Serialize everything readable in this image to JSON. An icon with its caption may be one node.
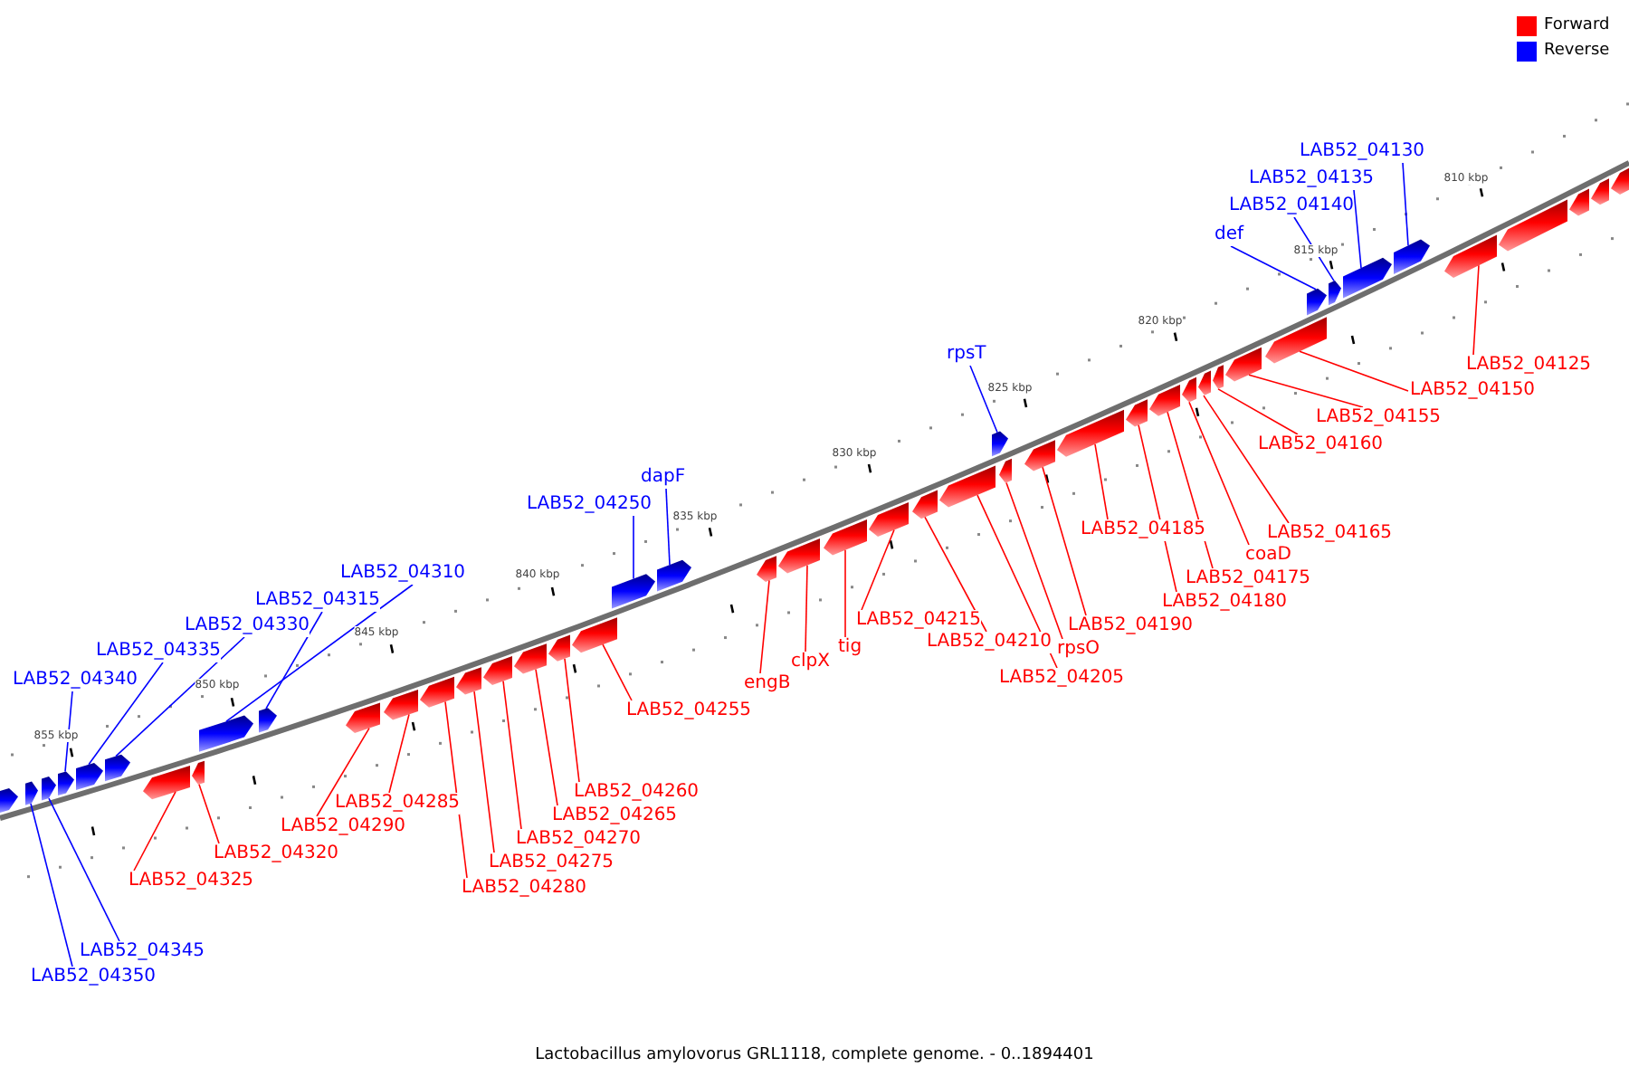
{
  "diagram": {
    "caption": "Lactobacillus amylovorus GRL1118, complete genome. - 0..1894401",
    "nodes": [
      {
        "text": [
          "LAB52_04130"
        ]
      },
      {
        "text": [
          "LAB52_04135"
        ]
      },
      {
        "text": [
          "LAB52_04140"
        ]
      },
      {
        "text": [
          "def"
        ]
      },
      {
        "text": [
          "rpsT"
        ]
      },
      {
        "text": [
          "LAB52_04125"
        ]
      },
      {
        "text": [
          "LAB52_04150"
        ]
      },
      {
        "text": [
          "LAB52_04155"
        ]
      },
      {
        "text": [
          "LAB52_04160"
        ]
      },
      {
        "text": [
          "dapF"
        ]
      },
      {
        "text": [
          "LAB52_04250"
        ]
      },
      {
        "text": [
          "LAB52_04185"
        ]
      },
      {
        "text": [
          "LAB52_04165"
        ]
      },
      {
        "text": [
          "coaD"
        ]
      },
      {
        "text": [
          "LAB52_04310"
        ]
      },
      {
        "text": [
          "LAB52_04175"
        ]
      },
      {
        "text": [
          "LAB52_04315"
        ]
      },
      {
        "text": [
          "LAB52_04180"
        ]
      },
      {
        "text": [
          "LAB52_04215"
        ]
      },
      {
        "text": [
          "LAB52_04330"
        ]
      },
      {
        "text": [
          "LAB52_04190"
        ]
      },
      {
        "text": [
          "LAB52_04210"
        ]
      },
      {
        "text": [
          "tig"
        ]
      },
      {
        "text": [
          "rpsO"
        ]
      },
      {
        "text": [
          "LAB52_04335"
        ]
      },
      {
        "text": [
          "clpX"
        ]
      },
      {
        "text": [
          "LAB52_04205"
        ]
      },
      {
        "text": [
          "LAB52_04340"
        ]
      },
      {
        "text": [
          "engB"
        ]
      },
      {
        "text": [
          "LAB52_04255"
        ]
      },
      {
        "text": [
          "LAB52_04260"
        ]
      },
      {
        "text": [
          "LAB52_04285"
        ]
      },
      {
        "text": [
          "LAB52_04265"
        ]
      },
      {
        "text": [
          "LAB52_04290"
        ]
      },
      {
        "text": [
          "LAB52_04270"
        ]
      },
      {
        "text": [
          "LAB52_04320"
        ]
      },
      {
        "text": [
          "LAB52_04275"
        ]
      },
      {
        "text": [
          "LAB52_04325"
        ]
      },
      {
        "text": [
          "LAB52_04280"
        ]
      },
      {
        "text": [
          "LAB52_04345"
        ]
      },
      {
        "text": [
          "LAB52_04350"
        ]
      },
      {
        "text": [],
        "shape": "bar"
      },
      {
        "text": [],
        "shape": "bar"
      },
      {
        "text": [],
        "shape": "bar"
      },
      {
        "text": [],
        "shape": "bar"
      },
      {
        "text": [],
        "shape": "bar"
      },
      {
        "text": [],
        "shape": "bar"
      },
      {
        "text": [],
        "shape": "bar"
      },
      {
        "text": [],
        "shape": "bar"
      },
      {
        "text": [],
        "shape": "bar"
      },
      {
        "text": [],
        "shape": "bar"
      },
      {
        "text": [],
        "shape": "bar"
      },
      {
        "text": [],
        "shape": "bar"
      },
      {
        "text": [],
        "shape": "bar"
      },
      {
        "text": [],
        "shape": "bar"
      },
      {
        "text": [],
        "shape": "bar"
      },
      {
        "text": [],
        "shape": "bar"
      },
      {
        "text": [],
        "shape": "bar"
      },
      {
        "text": [],
        "shape": "bar"
      },
      {
        "text": [],
        "shape": "bar"
      },
      {
        "text": [],
        "shape": "bar"
      },
      {
        "text": [],
        "shape": "bar"
      },
      {
        "text": [],
        "shape": "bar"
      },
      {
        "text": [],
        "shape": "bar"
      },
      {
        "text": [],
        "shape": "bar"
      },
      {
        "text": [],
        "shape": "bar"
      },
      {
        "text": [],
        "shape": "bar"
      },
      {
        "text": [],
        "shape": "bar"
      },
      {
        "text": [],
        "shape": "bar"
      },
      {
        "text": [],
        "shape": "bar"
      },
      {
        "text": [],
        "shape": "bar"
      },
      {
        "text": [],
        "shape": "bar"
      },
      {
        "text": [],
        "shape": "bar"
      },
      {
        "text": [],
        "shape": "bar"
      },
      {
        "text": [],
        "shape": "bar"
      },
      {
        "text": [],
        "shape": "bar"
      },
      {
        "text": [],
        "shape": "bar"
      },
      {
        "text": [],
        "shape": "bar"
      },
      {
        "text": [],
        "shape": "bar"
      },
      {
        "text": [],
        "shape": "bar"
      },
      {
        "text": [],
        "shape": "bar"
      },
      {
        "text": [],
        "shape": "bar"
      },
      {
        "text": [],
        "shape": "bar"
      },
      {
        "text": [],
        "shape": "bar"
      },
      {
        "text": [],
        "shape": "bar"
      },
      {
        "text": [],
        "shape": "bar"
      },
      {
        "text": [],
        "shape": "bar"
      }
    ],
    "edges": [
      {
        "from": 0,
        "to": 81,
        "arrow": "none",
        "color": "#0000ff"
      },
      {
        "from": 1,
        "to": 80,
        "arrow": "none",
        "color": "#0000ff"
      },
      {
        "from": 2,
        "to": 79,
        "arrow": "none",
        "color": "#0000ff"
      },
      {
        "from": 3,
        "to": 78,
        "arrow": "none",
        "color": "#0000ff"
      },
      {
        "from": 4,
        "to": 67,
        "arrow": "none",
        "color": "#0000ff"
      },
      {
        "from": 5,
        "to": 82,
        "arrow": "none"
      },
      {
        "from": 6,
        "to": 77,
        "arrow": "none"
      },
      {
        "from": 7,
        "to": 76,
        "arrow": "none"
      },
      {
        "from": 8,
        "to": 75,
        "arrow": "none"
      },
      {
        "from": 9,
        "to": 60,
        "arrow": "none",
        "color": "#0000ff"
      },
      {
        "from": 10,
        "to": 59,
        "arrow": "none",
        "color": "#0000ff"
      },
      {
        "from": 11,
        "to": 70,
        "arrow": "none"
      },
      {
        "from": 12,
        "to": 74,
        "arrow": "none"
      },
      {
        "from": 13,
        "to": 73,
        "arrow": "none"
      },
      {
        "from": 14,
        "to": 49,
        "arrow": "none",
        "color": "#0000ff"
      },
      {
        "from": 15,
        "to": 72,
        "arrow": "none"
      },
      {
        "from": 16,
        "to": 50,
        "arrow": "none",
        "color": "#0000ff"
      },
      {
        "from": 17,
        "to": 71,
        "arrow": "none"
      },
      {
        "from": 18,
        "to": 64,
        "arrow": "none"
      },
      {
        "from": 19,
        "to": 46,
        "arrow": "none",
        "color": "#0000ff"
      },
      {
        "from": 20,
        "to": 69,
        "arrow": "none"
      },
      {
        "from": 21,
        "to": 65,
        "arrow": "none"
      },
      {
        "from": 22,
        "to": 63,
        "arrow": "none"
      },
      {
        "from": 23,
        "to": 68,
        "arrow": "none"
      },
      {
        "from": 24,
        "to": 45,
        "arrow": "none",
        "color": "#0000ff"
      },
      {
        "from": 25,
        "to": 62,
        "arrow": "none"
      },
      {
        "from": 26,
        "to": 66,
        "arrow": "none"
      },
      {
        "from": 27,
        "to": 44,
        "arrow": "none",
        "color": "#0000ff"
      },
      {
        "from": 28,
        "to": 61,
        "arrow": "none"
      },
      {
        "from": 29,
        "to": 58,
        "arrow": "none"
      },
      {
        "from": 30,
        "to": 57,
        "arrow": "none"
      },
      {
        "from": 31,
        "to": 52,
        "arrow": "none"
      },
      {
        "from": 32,
        "to": 56,
        "arrow": "none"
      },
      {
        "from": 33,
        "to": 51,
        "arrow": "none"
      },
      {
        "from": 34,
        "to": 55,
        "arrow": "none"
      },
      {
        "from": 35,
        "to": 48,
        "arrow": "none"
      },
      {
        "from": 36,
        "to": 54,
        "arrow": "none"
      },
      {
        "from": 37,
        "to": 47,
        "arrow": "none"
      },
      {
        "from": 38,
        "to": 53,
        "arrow": "none"
      },
      {
        "from": 39,
        "to": 43,
        "arrow": "none",
        "color": "#0000ff"
      },
      {
        "from": 40,
        "to": 42,
        "arrow": "none",
        "color": "#0000ff"
      }
    ],
    "labels": [
      "810 kbp",
      "815 kbp",
      "820 kbp",
      "825 kbp",
      "830 kbp",
      "835 kbp",
      "840 kbp",
      "845 kbp",
      "850 kbp",
      "855 kbp"
    ],
    "legend": [
      {
        "text": "Forward",
        "color": "#ff0000"
      },
      {
        "text": "Reverse",
        "color": "#0000ff"
      }
    ]
  }
}
